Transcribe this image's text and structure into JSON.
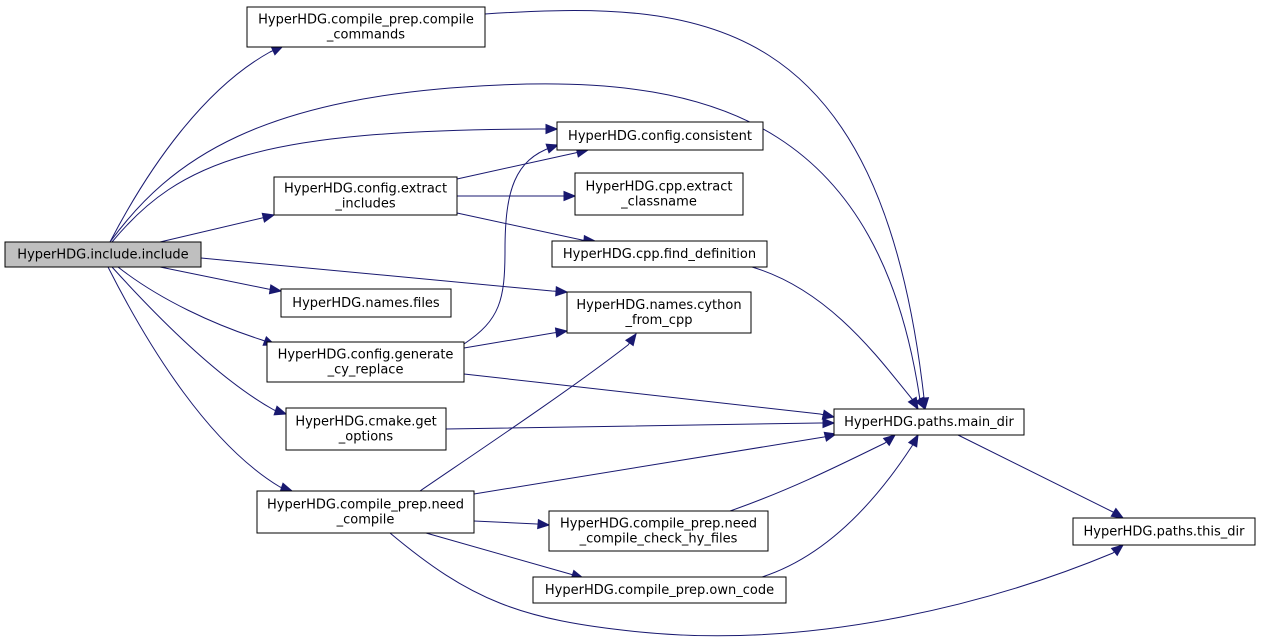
{
  "diagram": {
    "root": "include",
    "nodes": [
      {
        "id": "include",
        "lines": [
          "HyperHDG.include.include"
        ]
      },
      {
        "id": "compile_commands",
        "lines": [
          "HyperHDG.compile_prep.compile",
          "_commands"
        ]
      },
      {
        "id": "consistent",
        "lines": [
          "HyperHDG.config.consistent"
        ]
      },
      {
        "id": "extract_includes",
        "lines": [
          "HyperHDG.config.extract",
          "_includes"
        ]
      },
      {
        "id": "extract_classname",
        "lines": [
          "HyperHDG.cpp.extract",
          "_classname"
        ]
      },
      {
        "id": "find_definition",
        "lines": [
          "HyperHDG.cpp.find_definition"
        ]
      },
      {
        "id": "names_files",
        "lines": [
          "HyperHDG.names.files"
        ]
      },
      {
        "id": "cython_from_cpp",
        "lines": [
          "HyperHDG.names.cython",
          "_from_cpp"
        ]
      },
      {
        "id": "generate_cy_replace",
        "lines": [
          "HyperHDG.config.generate",
          "_cy_replace"
        ]
      },
      {
        "id": "get_options",
        "lines": [
          "HyperHDG.cmake.get",
          "_options"
        ]
      },
      {
        "id": "main_dir",
        "lines": [
          "HyperHDG.paths.main_dir"
        ]
      },
      {
        "id": "need_compile",
        "lines": [
          "HyperHDG.compile_prep.need",
          "_compile"
        ]
      },
      {
        "id": "need_compile_check",
        "lines": [
          "HyperHDG.compile_prep.need",
          "_compile_check_hy_files"
        ]
      },
      {
        "id": "own_code",
        "lines": [
          "HyperHDG.compile_prep.own_code"
        ]
      },
      {
        "id": "this_dir",
        "lines": [
          "HyperHDG.paths.this_dir"
        ]
      }
    ],
    "edges": [
      {
        "from": "include",
        "to": "compile_commands"
      },
      {
        "from": "include",
        "to": "main_dir"
      },
      {
        "from": "include",
        "to": "consistent"
      },
      {
        "from": "include",
        "to": "extract_includes"
      },
      {
        "from": "include",
        "to": "cython_from_cpp"
      },
      {
        "from": "include",
        "to": "names_files"
      },
      {
        "from": "include",
        "to": "generate_cy_replace"
      },
      {
        "from": "include",
        "to": "get_options"
      },
      {
        "from": "include",
        "to": "need_compile"
      },
      {
        "from": "compile_commands",
        "to": "main_dir"
      },
      {
        "from": "extract_includes",
        "to": "consistent"
      },
      {
        "from": "extract_includes",
        "to": "extract_classname"
      },
      {
        "from": "extract_includes",
        "to": "find_definition"
      },
      {
        "from": "find_definition",
        "to": "main_dir"
      },
      {
        "from": "generate_cy_replace",
        "to": "consistent"
      },
      {
        "from": "generate_cy_replace",
        "to": "cython_from_cpp"
      },
      {
        "from": "generate_cy_replace",
        "to": "main_dir"
      },
      {
        "from": "get_options",
        "to": "main_dir"
      },
      {
        "from": "need_compile",
        "to": "cython_from_cpp"
      },
      {
        "from": "need_compile",
        "to": "main_dir"
      },
      {
        "from": "need_compile",
        "to": "need_compile_check"
      },
      {
        "from": "need_compile",
        "to": "own_code"
      },
      {
        "from": "need_compile",
        "to": "this_dir"
      },
      {
        "from": "need_compile_check",
        "to": "main_dir"
      },
      {
        "from": "own_code",
        "to": "main_dir"
      },
      {
        "from": "main_dir",
        "to": "this_dir"
      }
    ]
  },
  "colors": {
    "edge": "#191970",
    "root_fill": "#bfbfbf",
    "node_fill": "#ffffff",
    "node_stroke": "#000000"
  }
}
